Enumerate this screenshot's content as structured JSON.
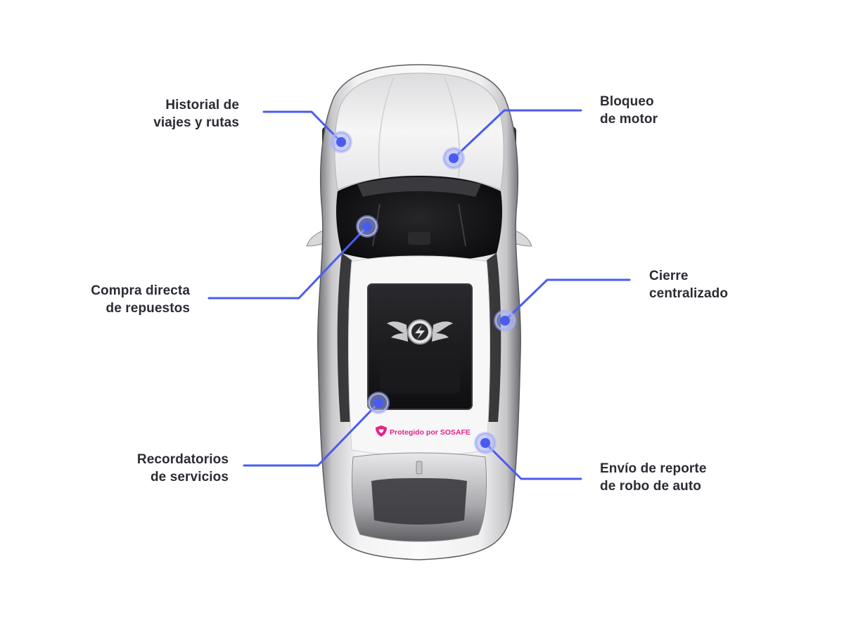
{
  "colors": {
    "connector": "#4a5cf0",
    "hotspot_core": "#4a5cf0",
    "hotspot_ring": "#a9b2f5",
    "label_text": "#2b2b33",
    "brand_pink": "#e8208a",
    "car_body": "#e9e9ea",
    "glass": "#141416"
  },
  "features": [
    {
      "id": "historial",
      "lines": [
        "Historial de",
        "viajes y rutas"
      ]
    },
    {
      "id": "bloqueo",
      "lines": [
        "Bloqueo",
        "de motor"
      ]
    },
    {
      "id": "compra",
      "lines": [
        "Compra directa",
        "de repuestos"
      ]
    },
    {
      "id": "cierre",
      "lines": [
        "Cierre",
        "centralizado"
      ]
    },
    {
      "id": "recordatorios",
      "lines": [
        "Recordatorios",
        "de servicios"
      ]
    },
    {
      "id": "envio",
      "lines": [
        "Envío de reporte",
        "de robo de auto"
      ]
    }
  ],
  "car": {
    "brand_text": "Protegido por SOSAFE",
    "logo_icon": "winged-lightning-logo-icon",
    "badge_icon": "shield-heart-icon"
  }
}
